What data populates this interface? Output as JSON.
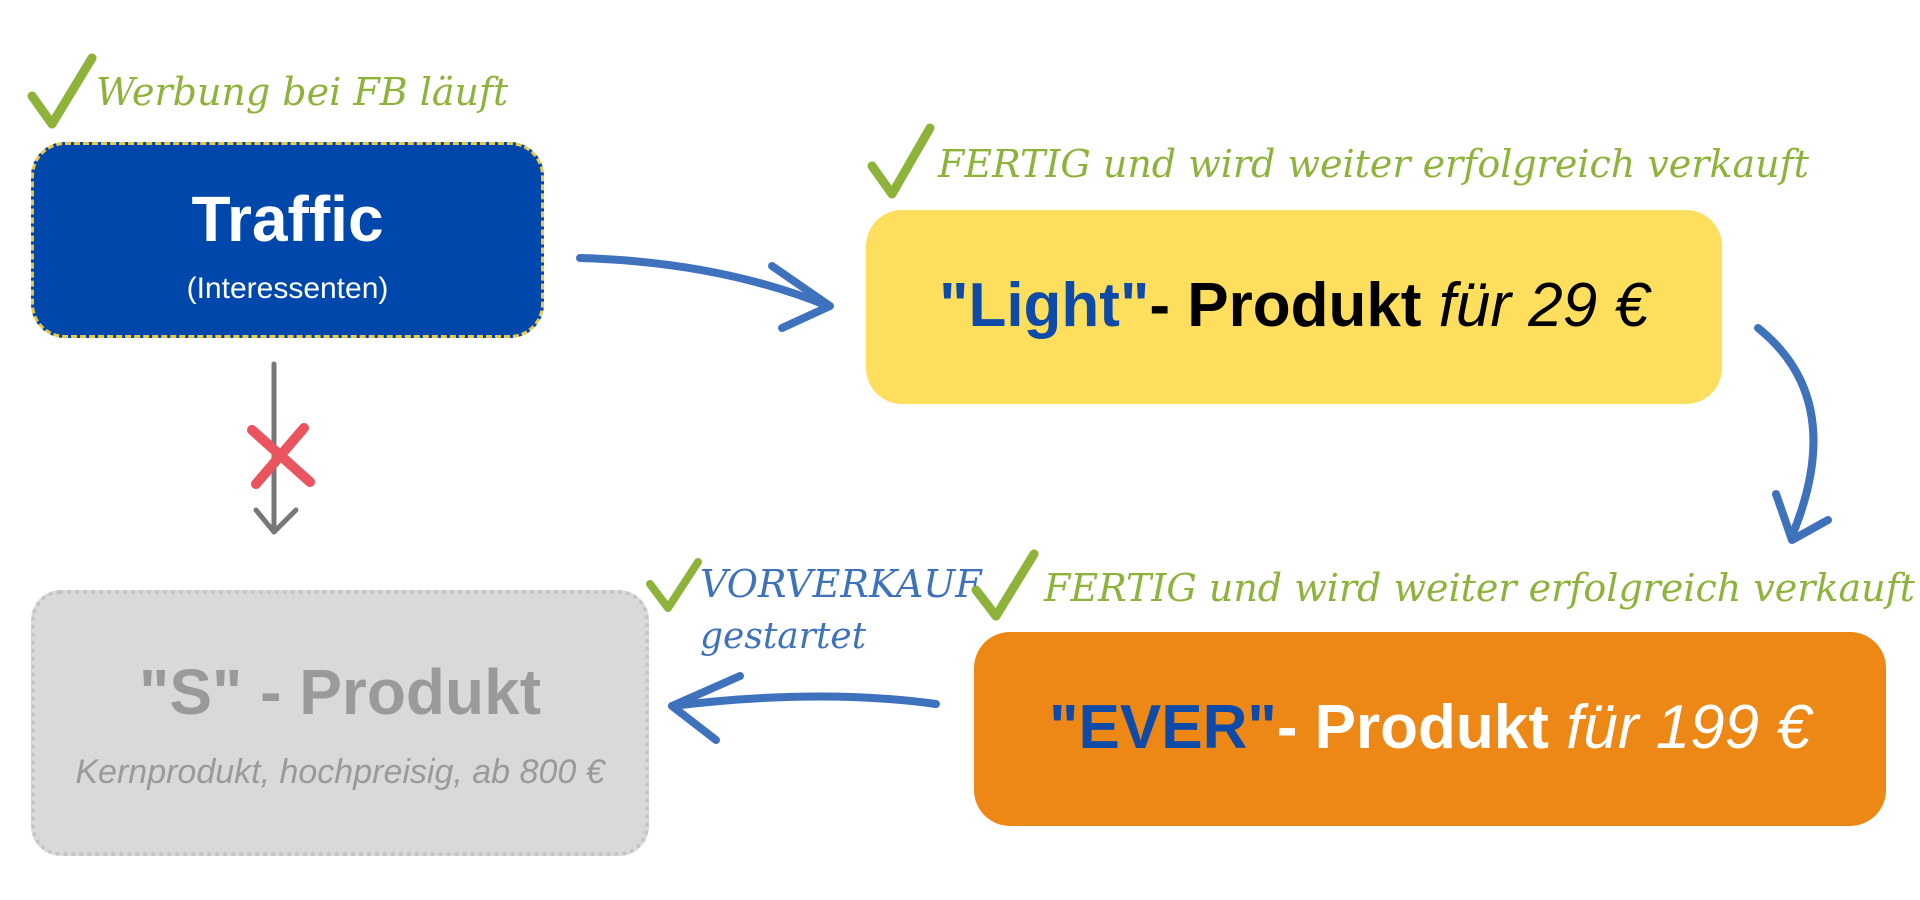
{
  "nodes": {
    "traffic": {
      "title": "Traffic",
      "subtitle": "(Interessenten)",
      "color": "#0047ab"
    },
    "light": {
      "quoted": "\"Light\"",
      "product": "- Produkt",
      "price": " für 29 €",
      "color": "#fedf5d"
    },
    "ever": {
      "quoted": "\"EVER\"",
      "product": "- Produkt",
      "price": " für 199 €",
      "color": "#ed8715"
    },
    "s_product": {
      "title": "\"S\" - Produkt",
      "subtitle": "Kernprodukt, hochpreisig, ab 800 €",
      "color": "#d9d9d9"
    }
  },
  "annotations": {
    "traffic_note": "Werbung bei FB läuft",
    "light_note": "FERTIG und wird weiter erfolgreich verkauft",
    "ever_note": "FERTIG und wird weiter erfolgreich verkauft",
    "presale_line1": "VORVERKAUF",
    "presale_line2": "gestartet"
  },
  "icons": {
    "done": "check-icon",
    "blocked": "cross-icon"
  },
  "colors": {
    "arrow_blue": "#3f72bd",
    "check_green": "#8db33a",
    "cross_red": "#e9545e",
    "arrow_gray": "#777777",
    "quote_blue": "#0e4aa8"
  }
}
